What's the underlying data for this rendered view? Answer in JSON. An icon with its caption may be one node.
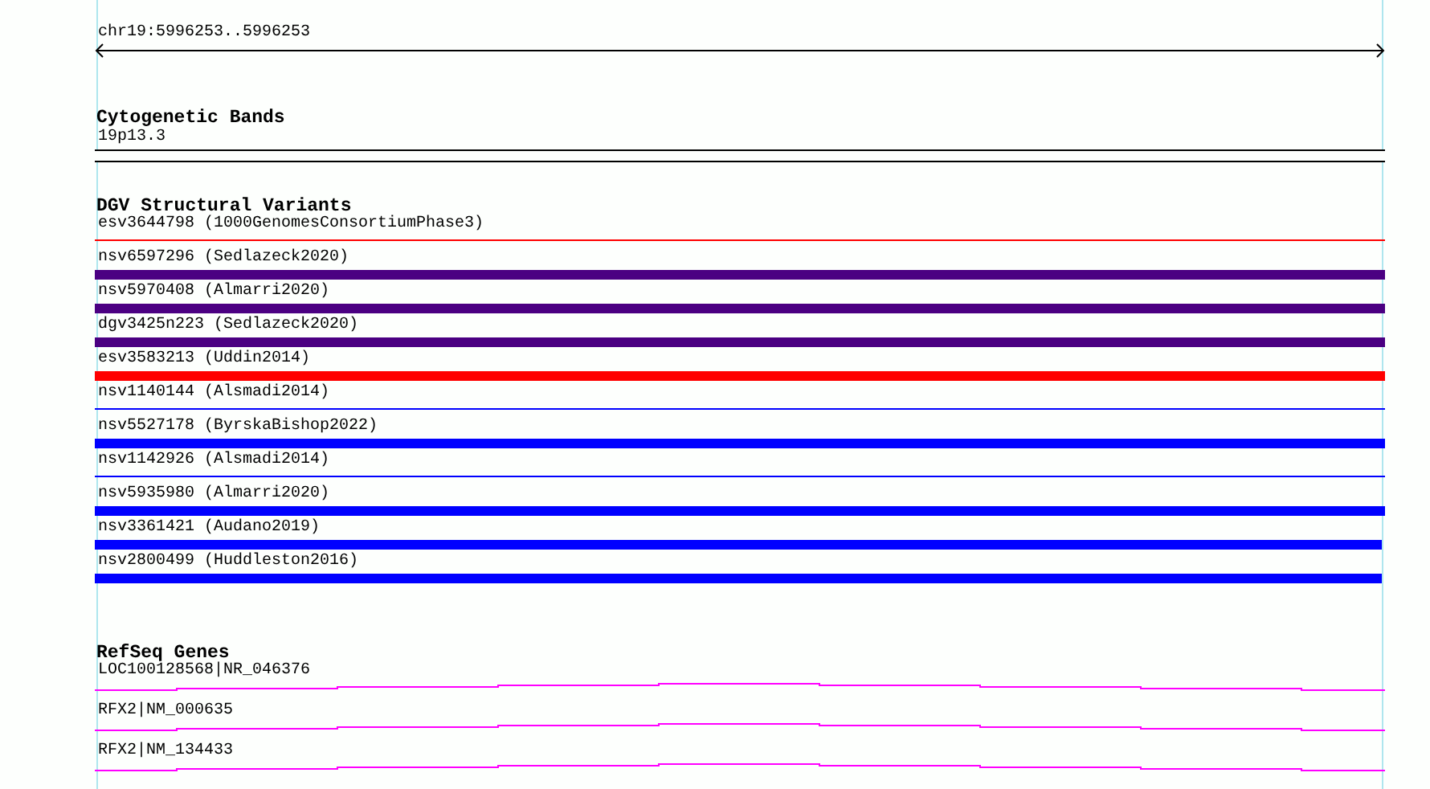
{
  "diagram": {
    "nodes": [
      {
        "text": [
          "19p13.3"
        ]
      },
      {
        "text": [
          "esv3644798 (1000GenomesConsortiumPhase3)"
        ]
      },
      {
        "text": [
          "nsv6597296 (Sedlazeck2020)"
        ]
      },
      {
        "text": [
          "nsv5970408 (Almarri2020)"
        ]
      },
      {
        "text": [
          "dgv3425n223 (Sedlazeck2020)"
        ]
      },
      {
        "text": [
          "esv3583213 (Uddin2014)"
        ]
      },
      {
        "text": [
          "nsv1140144 (Alsmadi2014)"
        ]
      },
      {
        "text": [
          "nsv5527178 (ByrskaBishop2022)"
        ]
      },
      {
        "text": [
          "nsv1142926 (Alsmadi2014)"
        ]
      },
      {
        "text": [
          "nsv5935980 (Almarri2020)"
        ]
      },
      {
        "text": [
          "nsv3361421 (Audano2019)"
        ]
      },
      {
        "text": [
          "nsv2800499 (Huddleston2016)"
        ]
      },
      {
        "text": [
          "LOC100128568|NR_046376"
        ]
      },
      {
        "text": [
          "RFX2|NM_000635"
        ]
      },
      {
        "text": [
          "RFX2|NM_134433"
        ]
      }
    ],
    "labels": [
      "chr19:5996253..5996253",
      "Cytogenetic Bands",
      "DGV Structural Variants",
      "RefSeq Genes"
    ]
  }
}
